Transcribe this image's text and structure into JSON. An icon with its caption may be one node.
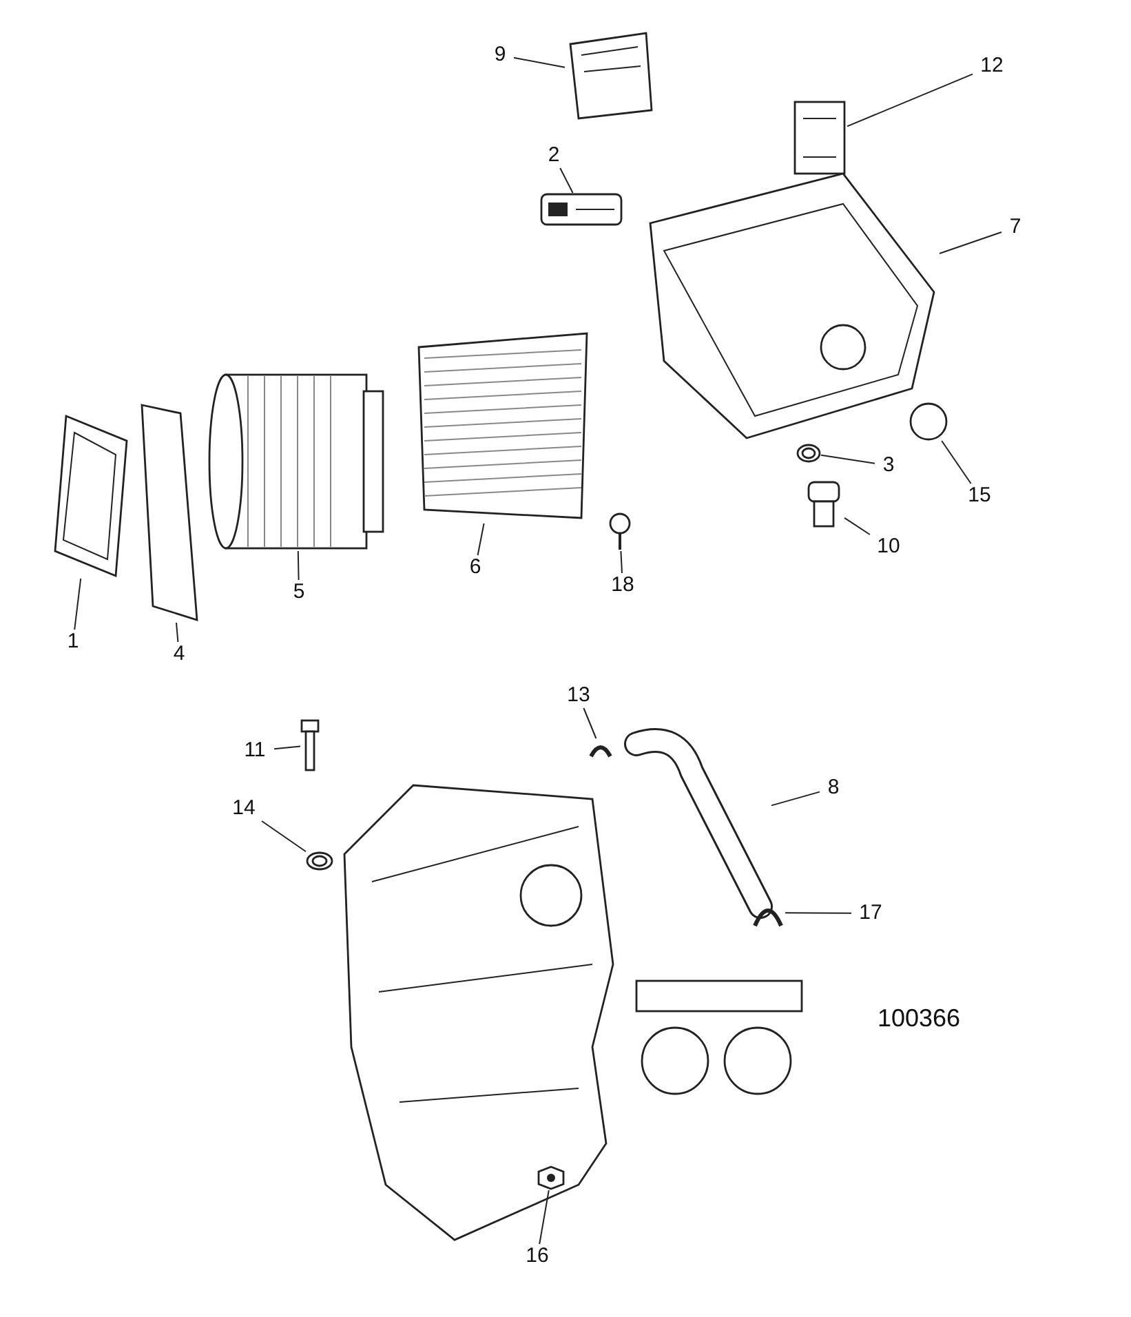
{
  "diagram": {
    "nodes": [
      {
        "text": [
          "9"
        ]
      },
      {
        "text": [],
        "shape": "picture"
      },
      {
        "text": [
          "12"
        ]
      },
      {
        "text": [],
        "shape": "picture"
      },
      {
        "text": [
          "2"
        ]
      },
      {
        "text": [],
        "shape": "picture"
      },
      {
        "text": [
          "7"
        ]
      },
      {
        "text": [],
        "shape": "picture"
      },
      {
        "text": [
          "3"
        ]
      },
      {
        "text": [],
        "shape": "picture"
      },
      {
        "text": [
          "15"
        ]
      },
      {
        "text": [],
        "shape": "circle"
      },
      {
        "text": [
          "18"
        ]
      },
      {
        "text": [],
        "shape": "picture"
      },
      {
        "text": [
          "10"
        ]
      },
      {
        "text": [],
        "shape": "picture"
      },
      {
        "text": [
          "1"
        ]
      },
      {
        "text": [],
        "shape": "picture"
      },
      {
        "text": [
          "4"
        ]
      },
      {
        "text": [],
        "shape": "picture"
      },
      {
        "text": [
          "5"
        ]
      },
      {
        "text": [],
        "shape": "picture"
      },
      {
        "text": [
          "6"
        ]
      },
      {
        "text": [],
        "shape": "picture"
      },
      {
        "text": [
          "13"
        ]
      },
      {
        "text": [],
        "shape": "picture"
      },
      {
        "text": [
          "11"
        ]
      },
      {
        "text": [],
        "shape": "picture"
      },
      {
        "text": [
          "8"
        ]
      },
      {
        "text": [],
        "shape": "picture"
      },
      {
        "text": [
          "14"
        ]
      },
      {
        "text": [],
        "shape": "picture"
      },
      {
        "text": [
          "17"
        ]
      },
      {
        "text": [],
        "shape": "picture"
      },
      {
        "text": [
          "16"
        ]
      },
      {
        "text": [],
        "shape": "picture"
      }
    ],
    "edges": [
      {
        "from": 0,
        "to": 1,
        "arrow": "none"
      },
      {
        "from": 2,
        "to": 3,
        "arrow": "none"
      },
      {
        "from": 4,
        "to": 5,
        "arrow": "none"
      },
      {
        "from": 6,
        "to": 7,
        "arrow": "none"
      },
      {
        "from": 8,
        "to": 9,
        "arrow": "none"
      },
      {
        "from": 10,
        "to": 11,
        "arrow": "none"
      },
      {
        "from": 12,
        "to": 13,
        "arrow": "none"
      },
      {
        "from": 14,
        "to": 15,
        "arrow": "none"
      },
      {
        "from": 16,
        "to": 17,
        "arrow": "none"
      },
      {
        "from": 18,
        "to": 19,
        "arrow": "none"
      },
      {
        "from": 20,
        "to": 21,
        "arrow": "none"
      },
      {
        "from": 22,
        "to": 23,
        "arrow": "none"
      },
      {
        "from": 24,
        "to": 25,
        "arrow": "none"
      },
      {
        "from": 26,
        "to": 27,
        "arrow": "none"
      },
      {
        "from": 28,
        "to": 29,
        "arrow": "none"
      },
      {
        "from": 30,
        "to": 31,
        "arrow": "none"
      },
      {
        "from": 32,
        "to": 33,
        "arrow": "none"
      },
      {
        "from": 34,
        "to": 35,
        "arrow": "none"
      }
    ],
    "labels": [
      "100366"
    ]
  }
}
